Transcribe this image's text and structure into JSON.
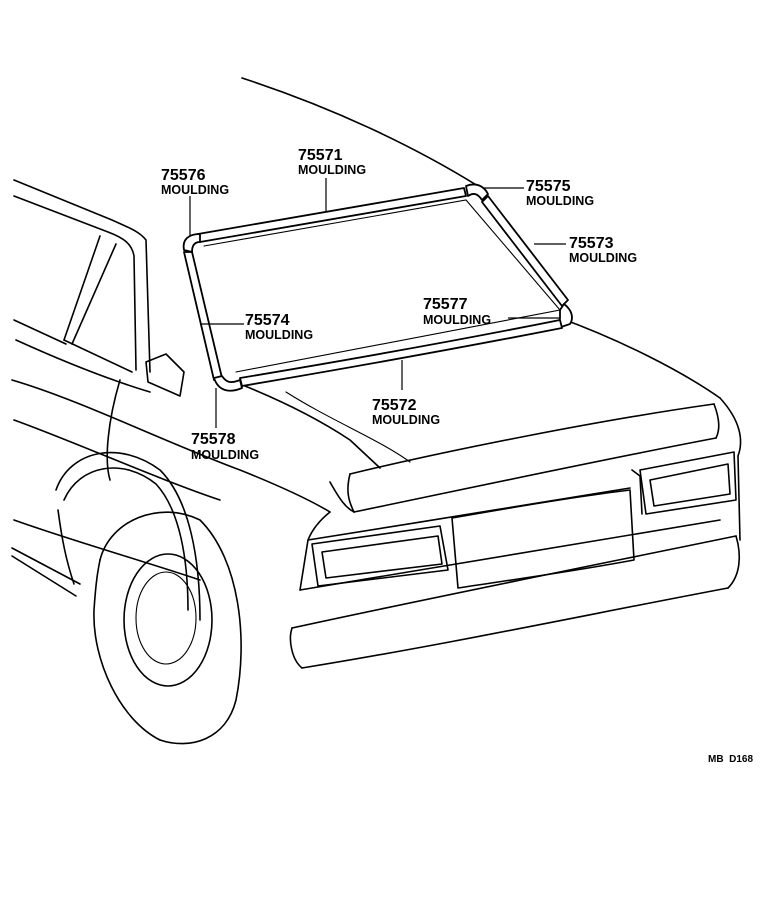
{
  "parts": [
    {
      "number": "75571",
      "name": "MOULDING"
    },
    {
      "number": "75572",
      "name": "MOULDING"
    },
    {
      "number": "75573",
      "name": "MOULDING"
    },
    {
      "number": "75574",
      "name": "MOULDING"
    },
    {
      "number": "75575",
      "name": "MOULDING"
    },
    {
      "number": "75576",
      "name": "MOULDING"
    },
    {
      "number": "75577",
      "name": "MOULDING"
    },
    {
      "number": "75578",
      "name": "MOULDING"
    }
  ],
  "reference_code": "MB  D168"
}
